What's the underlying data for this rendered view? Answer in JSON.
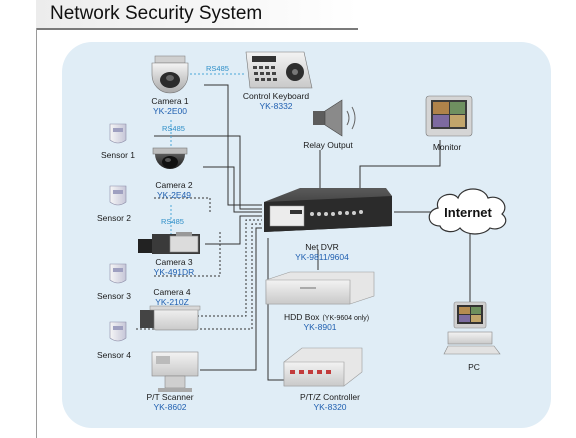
{
  "title": "Network Security System",
  "devices": {
    "camera1": {
      "name": "Camera 1",
      "model": "YK-2E00"
    },
    "camera2": {
      "name": "Camera 2",
      "model": "YK-2E49"
    },
    "camera3": {
      "name": "Camera 3",
      "model": "YK-491DR"
    },
    "camera4": {
      "name": "Camera 4",
      "model": "YK-210Z"
    },
    "keyboard": {
      "name": "Control Keyboard",
      "model": "YK-8332"
    },
    "relay": {
      "name": "Relay Output"
    },
    "monitor": {
      "name": "Monitor"
    },
    "dvr": {
      "name": "Net DVR",
      "model": "YK-9811/9604"
    },
    "hdd": {
      "name": "HDD Box",
      "note": "(YK-9604 only)",
      "model": "YK-8901"
    },
    "ptz": {
      "name": "P/T/Z Controller",
      "model": "YK-8320"
    },
    "scanner": {
      "name": "P/T Scanner",
      "model": "YK-8602"
    },
    "internet": {
      "name": "Internet"
    },
    "pc": {
      "name": "PC"
    }
  },
  "sensors": [
    "Sensor 1",
    "Sensor 2",
    "Sensor 3",
    "Sensor 4"
  ],
  "links": {
    "rs485_a": "RS485",
    "rs485_b": "RS485",
    "rs485_c": "RS485"
  }
}
